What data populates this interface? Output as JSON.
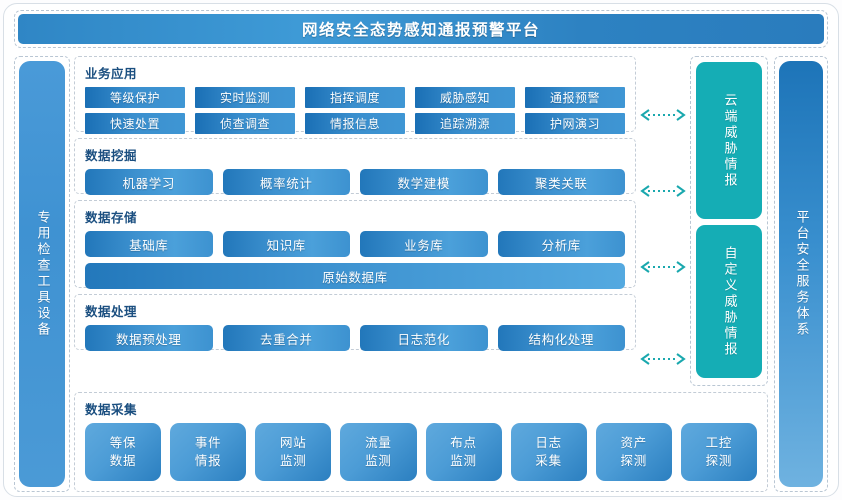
{
  "header": {
    "title": "网络安全态势感知通报预警平台"
  },
  "left_sidebar": {
    "label": "专用检查工具设备"
  },
  "right_sidebar": {
    "label": "平台安全服务体系"
  },
  "sections": [
    {
      "id": "business-application",
      "title": "业务应用",
      "rows": [
        [
          "等级保护",
          "实时监测",
          "指挥调度",
          "威胁感知",
          "通报预警"
        ],
        [
          "快速处置",
          "侦查调查",
          "情报信息",
          "追踪溯源",
          "护网演习"
        ]
      ]
    },
    {
      "id": "data-mining",
      "title": "数据挖掘",
      "rows": [
        [
          "机器学习",
          "概率统计",
          "数学建模",
          "聚类关联"
        ]
      ]
    },
    {
      "id": "data-storage",
      "title": "数据存储",
      "rows": [
        [
          "基础库",
          "知识库",
          "业务库",
          "分析库"
        ]
      ],
      "wide_item": "原始数据库"
    },
    {
      "id": "data-processing",
      "title": "数据处理",
      "rows": [
        [
          "数据预处理",
          "去重合并",
          "日志范化",
          "结构化处理"
        ]
      ]
    }
  ],
  "data_collection": {
    "title": "数据采集",
    "items": [
      {
        "line1": "等保",
        "line2": "数据"
      },
      {
        "line1": "事件",
        "line2": "情报"
      },
      {
        "line1": "网站",
        "line2": "监测"
      },
      {
        "line1": "流量",
        "line2": "监测"
      },
      {
        "line1": "布点",
        "line2": "监测"
      },
      {
        "line1": "日志",
        "line2": "采集"
      },
      {
        "line1": "资产",
        "line2": "探测"
      },
      {
        "line1": "工控",
        "line2": "探测"
      }
    ]
  },
  "threat_intel": {
    "boxes": [
      {
        "label": "云端威胁情报"
      },
      {
        "label": "自定义威胁情报"
      }
    ]
  },
  "connectors": {
    "count": 4,
    "icon": "double-arrow-dotted",
    "tops": [
      56,
      130,
      208,
      300
    ]
  },
  "colors": {
    "title_blue": "#2f86c5",
    "chip_blue": "#3a8fce",
    "teal": "#15adb5",
    "panel_title": "#1b4f80",
    "arrow_teal": "#1aa8ae",
    "dashed_border": "#c3ccd6"
  }
}
